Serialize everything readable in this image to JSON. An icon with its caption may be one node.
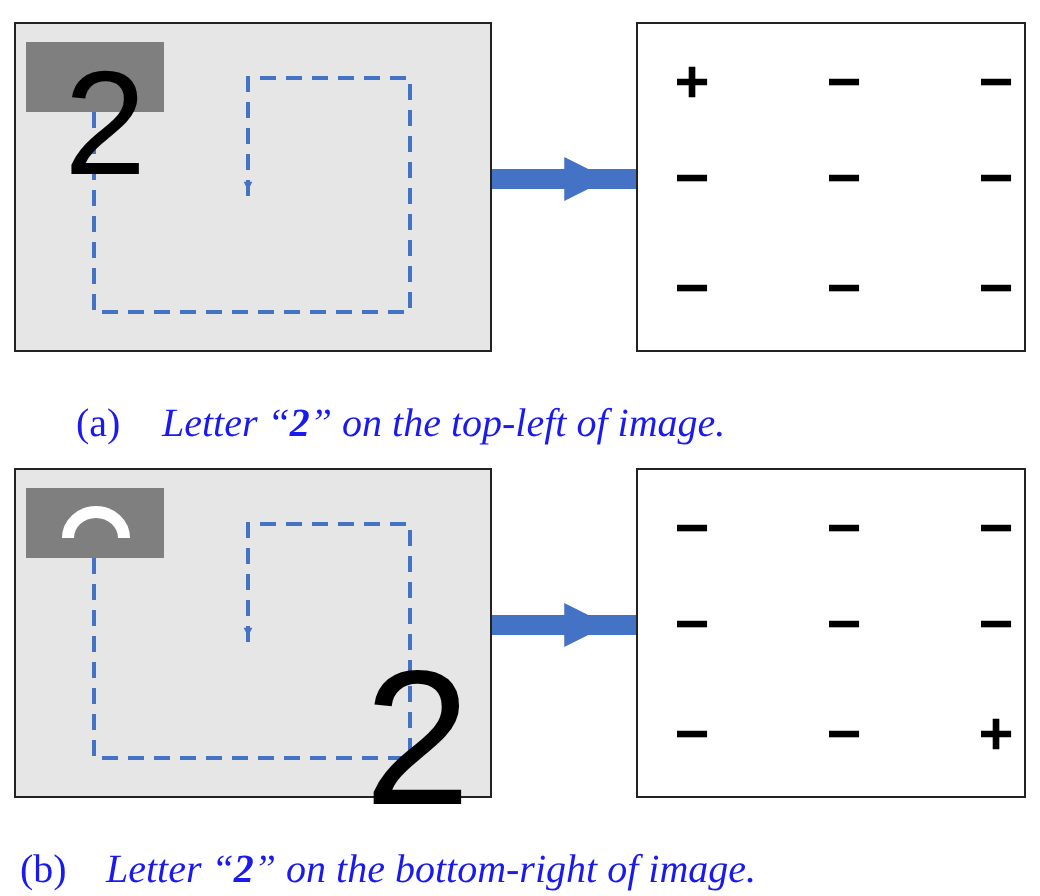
{
  "diagram": {
    "nodes": [
      {
        "text": [
          "2"
        ]
      },
      {
        "text": [
          "+",
          "−",
          "−",
          "−",
          "−",
          "−",
          "−",
          "−",
          "−"
        ]
      },
      {
        "text": [
          "2"
        ]
      },
      {
        "text": [
          "−",
          "−",
          "−",
          "−",
          "−",
          "−",
          "−",
          "−",
          "+"
        ]
      }
    ],
    "edges": [
      {
        "from": 0,
        "to": 1,
        "arrow": "to"
      },
      {
        "from": 2,
        "to": 3,
        "arrow": "to"
      }
    ],
    "labels": [
      "(a)",
      "Letter “**2**” on the top-left of image.",
      "(b)",
      "Letter “**2**” on the bottom-right of image."
    ]
  }
}
